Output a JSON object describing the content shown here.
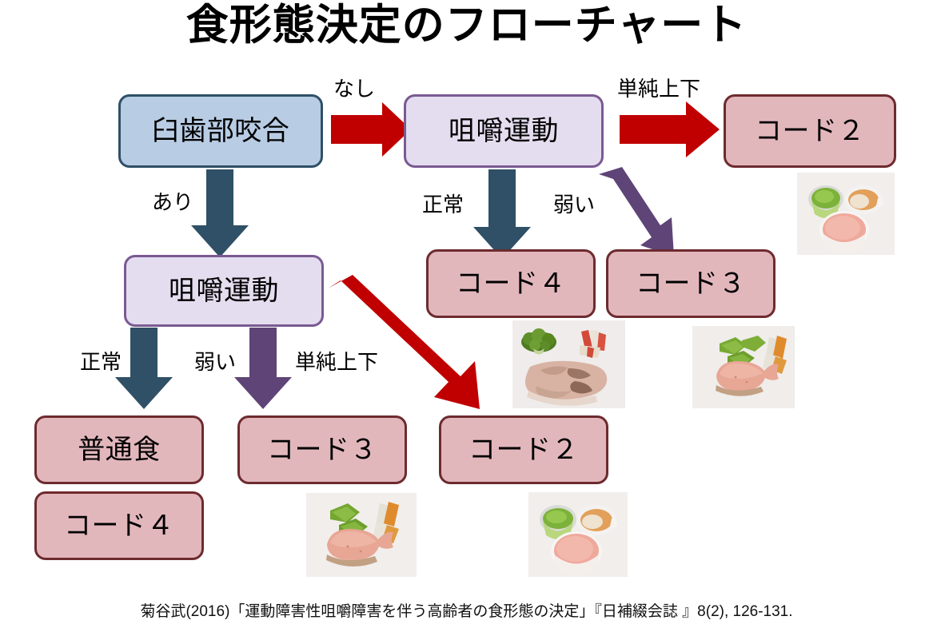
{
  "slide": {
    "title": "食形態決定のフローチャート",
    "caption": "菊谷武(2016)「運動障害性咀嚼障害を伴う高齢者の食形態の決定」『日補綴会誌 』8(2), 126-131."
  },
  "colors": {
    "decision_blue_fill": "#b8cce4",
    "decision_blue_border": "#2f5066",
    "decision_purple_fill": "#e4ddef",
    "decision_purple_border": "#7a5a92",
    "outcome_pink_fill": "#e2b7bc",
    "outcome_pink_border": "#6d2b2f",
    "arrow_red": "#c00000",
    "arrow_navy": "#2f5066",
    "arrow_purple": "#5f4477",
    "title_text": "#000000"
  },
  "nodes": {
    "occlusion": {
      "label": "臼歯部咬合",
      "type": "decision",
      "style": "blue"
    },
    "chewing_top": {
      "label": "咀嚼運動",
      "type": "decision",
      "style": "purple"
    },
    "code2_top": {
      "label": "コード２",
      "type": "outcome",
      "style": "pink"
    },
    "code4_mid": {
      "label": "コード４",
      "type": "outcome",
      "style": "pink"
    },
    "code3_mid": {
      "label": "コード３",
      "type": "outcome",
      "style": "pink"
    },
    "chewing_lower": {
      "label": "咀嚼運動",
      "type": "decision",
      "style": "purple"
    },
    "normal_diet": {
      "label": "普通食",
      "type": "outcome",
      "style": "pink"
    },
    "code4_bottom": {
      "label": "コード４",
      "type": "outcome",
      "style": "pink"
    },
    "code3_bottom": {
      "label": "コード３",
      "type": "outcome",
      "style": "pink"
    },
    "code2_bottom": {
      "label": "コード２",
      "type": "outcome",
      "style": "pink"
    }
  },
  "edges": {
    "occlusion_none": "なし",
    "occlusion_present": "あり",
    "chewing_top_simple": "単純上下",
    "chewing_top_normal": "正常",
    "chewing_top_weak": "弱い",
    "chewing_lower_normal": "正常",
    "chewing_lower_weak": "弱い",
    "chewing_lower_simple": "単純上下"
  },
  "photos": {
    "puree_top": "puree-meal-photo",
    "chopped_meal": "chopped-meal-photo",
    "molded_meal": "molded-meal-photo",
    "puree_bottom": "puree-meal-photo"
  }
}
